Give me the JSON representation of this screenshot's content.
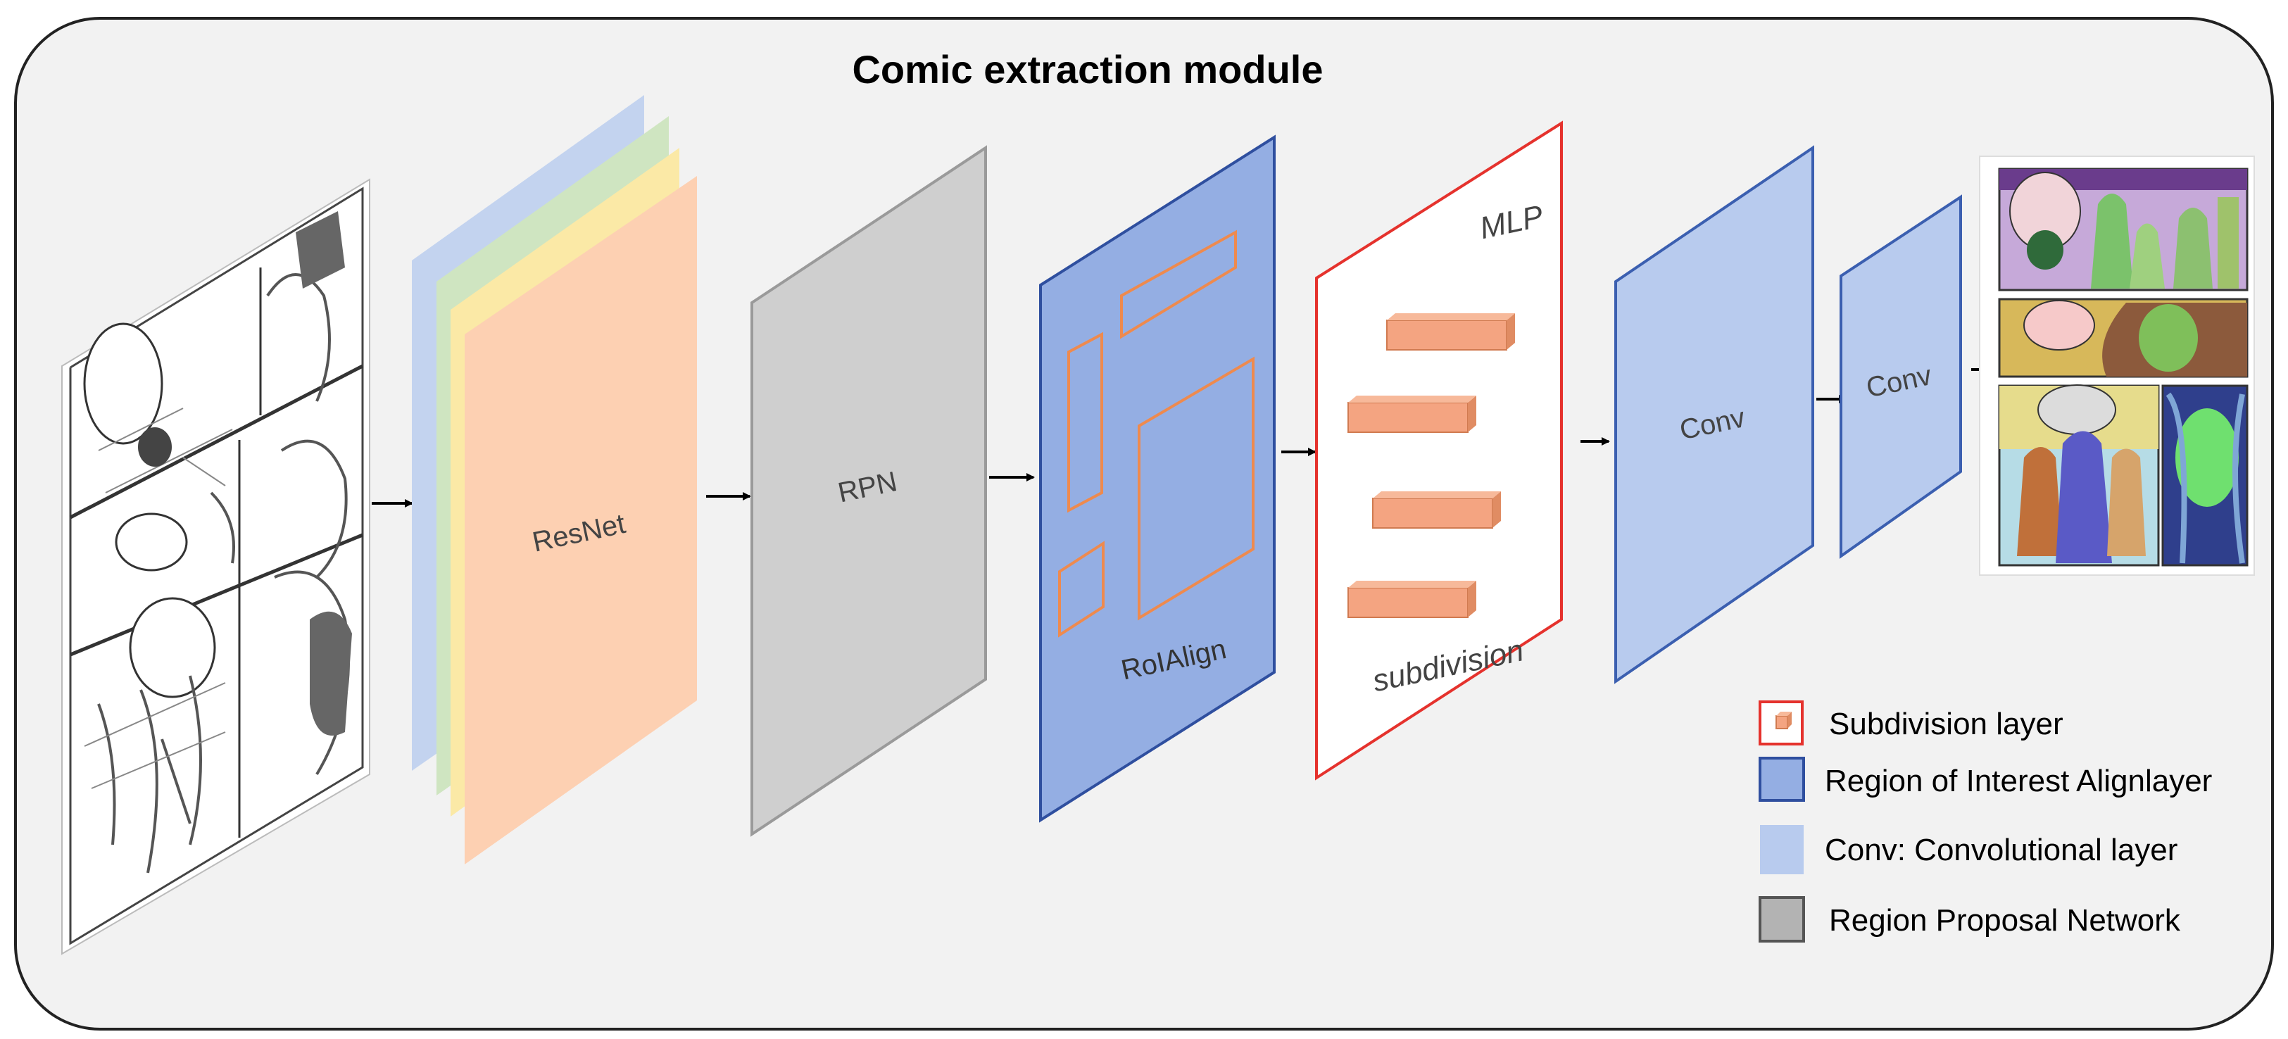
{
  "title": "Comic extraction module",
  "labels": {
    "resnet": "ResNet",
    "rpn": "RPN",
    "roialign": "RoIAlign",
    "mlp": "MLP",
    "subdivision": "subdivision",
    "conv1": "Conv",
    "conv2": "Conv"
  },
  "legend": {
    "subdivision": "Subdivision layer",
    "roi": "Region of Interest Alignlayer",
    "conv": "Conv: Convolutional layer",
    "rpn": "Region Proposal Network"
  },
  "colors": {
    "frame_fill": "#f2f2f2",
    "frame_stroke": "#222222",
    "resnet_blue": "#c3d3ef",
    "resnet_green": "#cfe5c1",
    "resnet_yellow": "#fbe9a6",
    "resnet_orange": "#fdd0b2",
    "rpn_gray": "#cfcfcf",
    "roi_blue": "#94aee3",
    "roi_stroke": "#2f4f9f",
    "roi_box": "#ee8a4e",
    "mlp_border": "#e5322d",
    "bar_orange": "#f4a481",
    "conv_blue": "#b8cbee",
    "conv_stroke": "#3b5fb0"
  }
}
